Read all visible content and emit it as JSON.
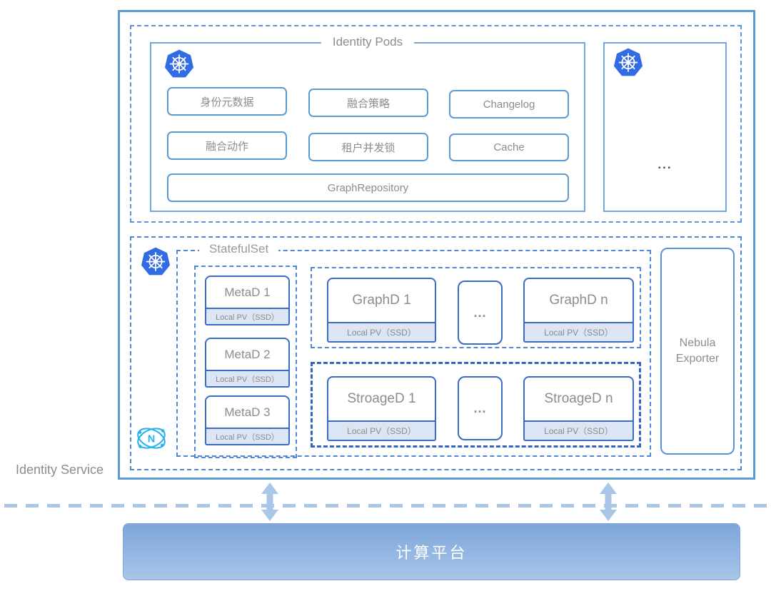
{
  "identity_pods": {
    "title": "Identity Pods",
    "modules": [
      "身份元数据",
      "融合策略",
      "Changelog",
      "融合动作",
      "租户并发锁",
      "Cache",
      "GraphRepository"
    ],
    "more_pods_ellipsis": "..."
  },
  "identity_service": {
    "label": "Identity Service",
    "statefulset": {
      "title": "StatefulSet",
      "metad_nodes": [
        {
          "name": "MetaD 1",
          "storage": "Local PV（SSD）"
        },
        {
          "name": "MetaD 2",
          "storage": "Local PV（SSD）"
        },
        {
          "name": "MetaD 3",
          "storage": "Local PV（SSD）"
        }
      ],
      "graphd_nodes": [
        {
          "name": "GraphD 1",
          "storage": "Local PV（SSD）"
        },
        {
          "name": "GraphD n",
          "storage": "Local PV（SSD）"
        }
      ],
      "graphd_ellipsis": "...",
      "storaged_nodes": [
        {
          "name": "StroageD 1",
          "storage": "Local PV（SSD）"
        },
        {
          "name": "StroageD n",
          "storage": "Local PV（SSD）"
        }
      ],
      "storaged_ellipsis": "..."
    },
    "nebula_exporter_label": "Nebula Exporter"
  },
  "compute_platform": {
    "label": "计算平台"
  },
  "icons": {
    "kubernetes": "kubernetes-logo",
    "nebula_graph": "nebula-graph-logo",
    "double_arrow": "vertical-double-arrow"
  },
  "colors": {
    "outer_border": "#5b9bd5",
    "dashed_border": "#4f87d8",
    "node_border": "#3a6bc5",
    "storaged_dash": "#3563c1",
    "strip_fill": "#dbe5f4",
    "kubernetes_blue": "#326ce5",
    "nebula_cyan": "#29b2ef",
    "gray_text": "#8c8c8c",
    "arrow_blue": "#a9c6e9",
    "bar_gradient_top": "#7da6d9",
    "bar_gradient_bottom": "#a9c5ea"
  }
}
